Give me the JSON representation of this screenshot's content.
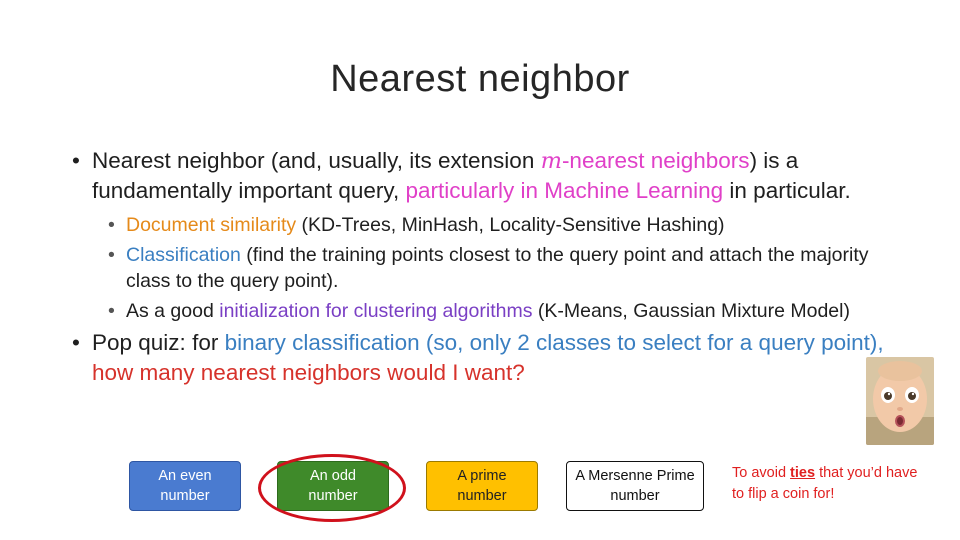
{
  "slide": {
    "title": "Nearest neighbor"
  },
  "bullet1": {
    "p1": "Nearest neighbor (and, usually, its extension ",
    "m": "m",
    "p2": "-nearest neighbors",
    "p3": ") is a fundamentally important query, ",
    "p4": "particularly in Machine Learning",
    "p5": " in particular."
  },
  "sub_bullets": [
    {
      "highlight": "Document similarity",
      "rest": " (KD-Trees, MinHash, Locality-Sensitive Hashing)"
    },
    {
      "highlight": "Classification",
      "rest": " (find the training points closest to the query point and attach the majority class to the query point)."
    },
    {
      "lead": "As a good ",
      "highlight": "initialization for clustering algorithms",
      "rest": " (K-Means, Gaussian Mixture Model)"
    }
  ],
  "bullet2": {
    "p1": "Pop quiz: for ",
    "p2": "binary classification (so, only 2 classes to select for a query point), ",
    "p3": "how many nearest neighbors would I want?"
  },
  "answers": {
    "even": "An even number",
    "odd": "An odd number",
    "prime": "A prime number",
    "mersenne": "A Mersenne Prime number"
  },
  "note": {
    "p1": "To avoid ",
    "ties": "ties",
    "p2": " that you’d have to flip a coin for!"
  },
  "colors": {
    "pink": "#e040c8",
    "orange": "#e58a1a",
    "blue": "#3a7fc1",
    "purple": "#7a3fc4",
    "red": "#d6322b",
    "even_box": "#4a7bd0",
    "odd_box": "#3f8a2a",
    "prime_box": "#ffc000",
    "circle": "#d0111c"
  }
}
